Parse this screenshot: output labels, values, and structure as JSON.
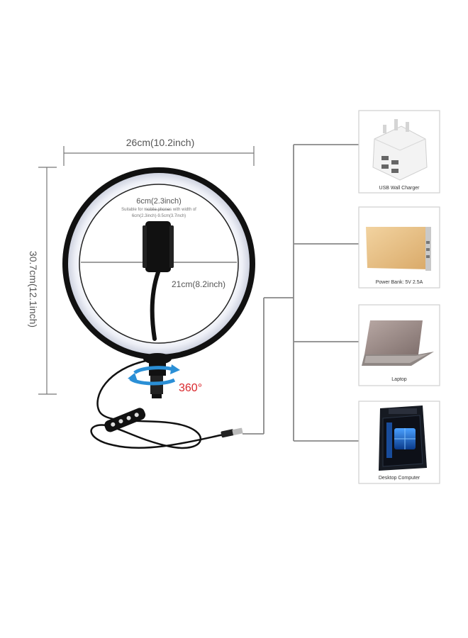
{
  "dimensions": {
    "width": "26cm(10.2inch)",
    "height": "30.7cm(12.1inch)",
    "holder_width": "6cm(2.3inch)",
    "holder_note_line1": "Suitable for mobile phones with width of",
    "holder_note_line2": "6cm(2.3inch)-9.5cm(3.7inch)",
    "ring_inner": "21cm(8.2inch)",
    "rotation": "360°"
  },
  "devices": [
    {
      "label": "USB Wall Charger",
      "icon": "usb-wall-charger"
    },
    {
      "label": "Power Bank: 5V 2.5A",
      "icon": "power-bank"
    },
    {
      "label": "Laptop",
      "icon": "laptop"
    },
    {
      "label": "Desktop Computer",
      "icon": "desktop-computer"
    }
  ],
  "colors": {
    "dimension_line": "#666666",
    "rotation_text": "#d9262b",
    "rotation_arrow": "#2a8fd6",
    "ring_body": "#111111",
    "ring_light": "#f6f7fb"
  }
}
